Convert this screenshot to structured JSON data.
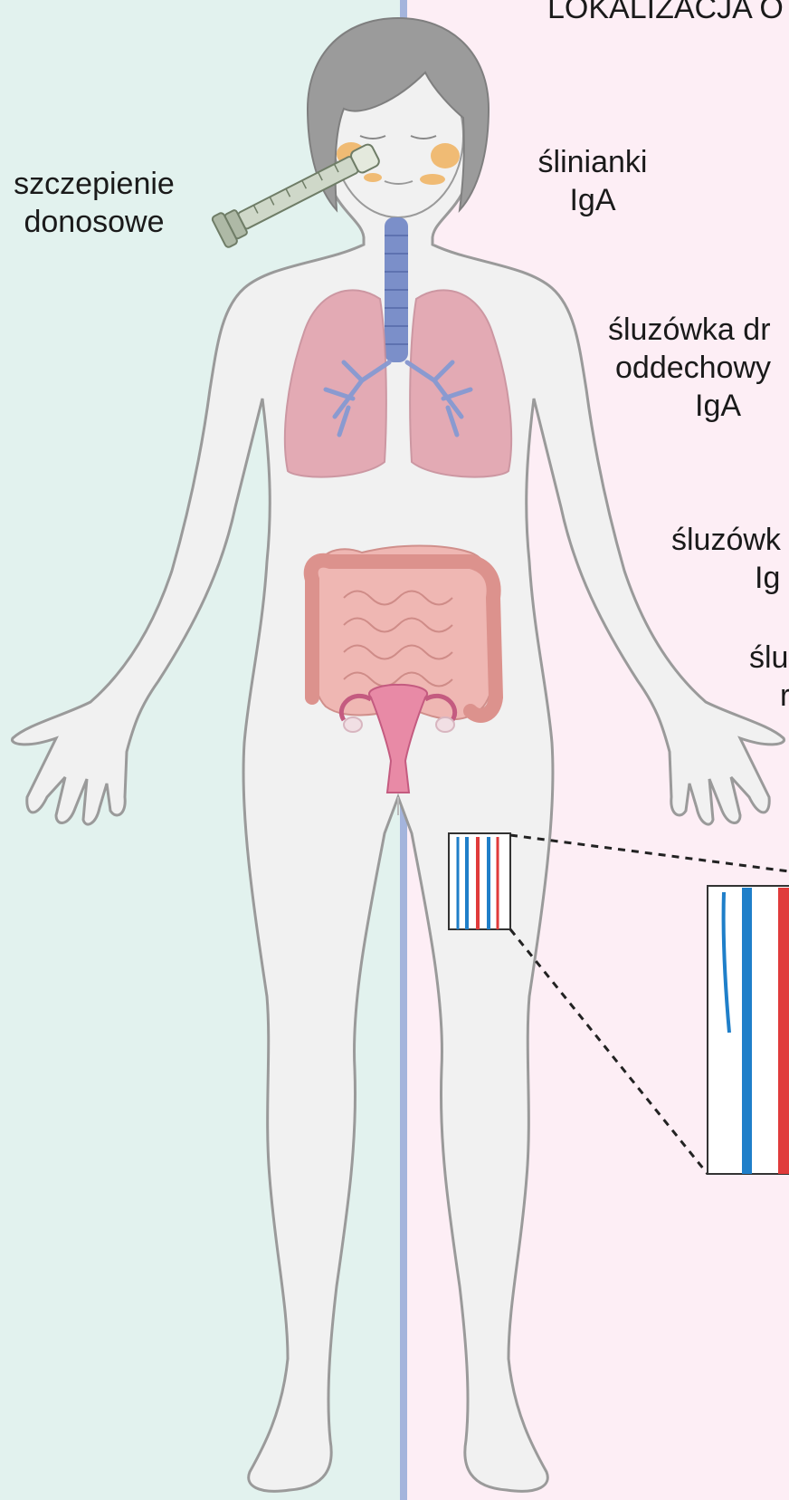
{
  "header": {
    "title_partial": "LOKALIZACJA O"
  },
  "labels": {
    "intranasal": {
      "line1": "szczepienie",
      "line2": "donosowe"
    },
    "salivary": {
      "line1": "ślinianki",
      "line2": "IgA"
    },
    "respiratory": {
      "line1": "śluzówka dr",
      "line2": "oddechowy",
      "line3": "IgA"
    },
    "gut": {
      "line1": "śluzówk",
      "line2": "Ig"
    },
    "reproductive": {
      "line1": "ślu",
      "line2": "r"
    }
  },
  "colors": {
    "left_background": "#e2f2ee",
    "right_background": "#fdeef5",
    "divider": "#a4b4dc",
    "body_fill": "#f1f1f1",
    "body_outline": "#9a9a9a",
    "hair": "#9b9b9b",
    "salivary_glands": "#f0b15e",
    "airway": "#7b8fc9",
    "lungs": "#e2a3ae",
    "intestine": "#e6a3a0",
    "uterus": "#d66b8f",
    "vein": "#1f7fc9",
    "artery": "#e03b3b"
  },
  "icons": [
    "syringe-icon",
    "female-body-icon",
    "lungs-icon",
    "intestine-icon",
    "uterus-icon",
    "blood-vessels-icon"
  ]
}
